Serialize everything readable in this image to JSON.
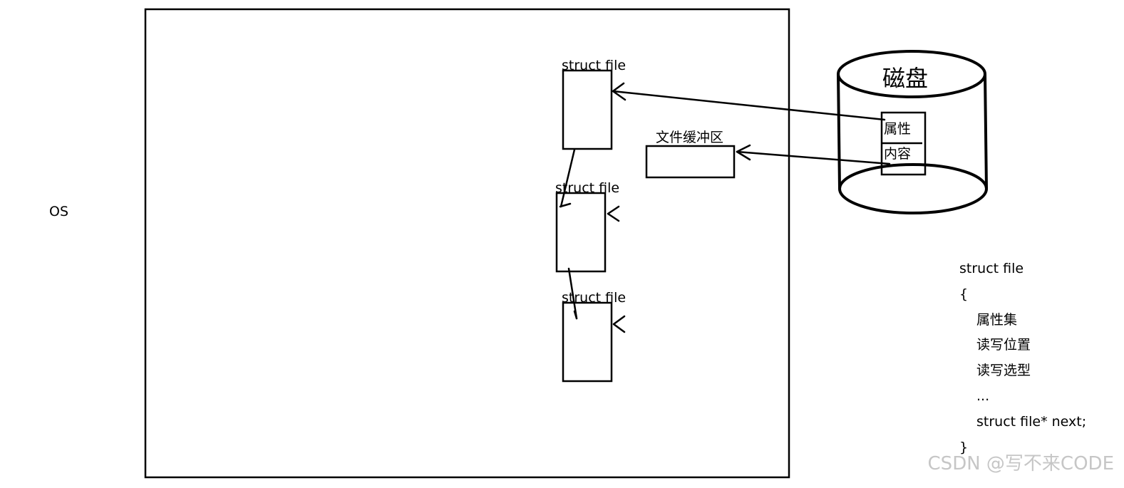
{
  "labels": {
    "os": "OS",
    "struct_file_1": "struct file",
    "struct_file_2": "struct file",
    "struct_file_3": "struct file",
    "file_buffer": "文件缓冲区",
    "disk": "磁盘",
    "attributes": "属性",
    "content": "内容"
  },
  "code": {
    "lines": [
      "struct file",
      "{",
      "属性集",
      "读写位置",
      "读写选型",
      "...",
      "struct file* next;",
      "}"
    ]
  },
  "watermark": "CSDN @写不来CODE",
  "colors": {
    "stroke": "#000000",
    "background": "#ffffff",
    "watermark": "#c6c6c6"
  }
}
